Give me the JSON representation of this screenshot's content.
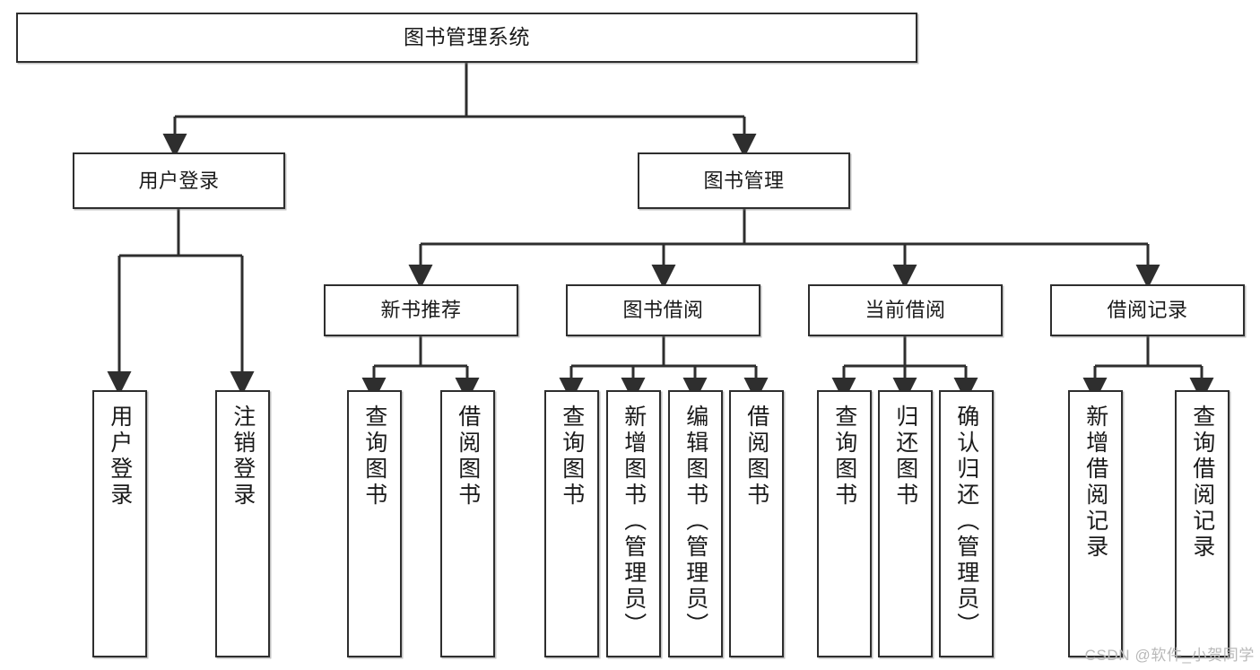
{
  "diagram": {
    "title": "图书管理系统",
    "type": "tree-hierarchy",
    "watermark": "CSDN @软件_小贺同学",
    "colors": {
      "box_border": "#2e2e2e",
      "box_fill": "#ffffff",
      "connector": "#2e2e2e",
      "text": "#1a1a1a",
      "watermark": "#b9b9b9"
    },
    "root": {
      "label": "图书管理系统"
    },
    "level2": [
      {
        "id": "user-login",
        "label": "用户登录"
      },
      {
        "id": "book-management",
        "label": "图书管理"
      }
    ],
    "level3": [
      {
        "id": "new-book-recommend",
        "label": "新书推荐"
      },
      {
        "id": "book-borrow",
        "label": "图书借阅"
      },
      {
        "id": "current-borrow",
        "label": "当前借阅"
      },
      {
        "id": "borrow-record",
        "label": "借阅记录"
      }
    ],
    "leaves": {
      "user-login": [
        {
          "id": "leaf-user-login",
          "label": "用户登录"
        },
        {
          "id": "leaf-user-logout",
          "label": "注销登录"
        }
      ],
      "new-book-recommend": [
        {
          "id": "leaf-query-book-1",
          "label": "查询图书"
        },
        {
          "id": "leaf-borrow-book-1",
          "label": "借阅图书"
        }
      ],
      "book-borrow": [
        {
          "id": "leaf-query-book-2",
          "label": "查询图书"
        },
        {
          "id": "leaf-add-book",
          "label": "新增图书（管理员）"
        },
        {
          "id": "leaf-edit-book",
          "label": "编辑图书（管理员）"
        },
        {
          "id": "leaf-borrow-book-2",
          "label": "借阅图书"
        }
      ],
      "current-borrow": [
        {
          "id": "leaf-query-book-3",
          "label": "查询图书"
        },
        {
          "id": "leaf-return-book",
          "label": "归还图书"
        },
        {
          "id": "leaf-confirm-return",
          "label": "确认归还（管理员）"
        }
      ],
      "borrow-record": [
        {
          "id": "leaf-add-record",
          "label": "新增借阅记录"
        },
        {
          "id": "leaf-query-record",
          "label": "查询借阅记录"
        }
      ]
    }
  }
}
